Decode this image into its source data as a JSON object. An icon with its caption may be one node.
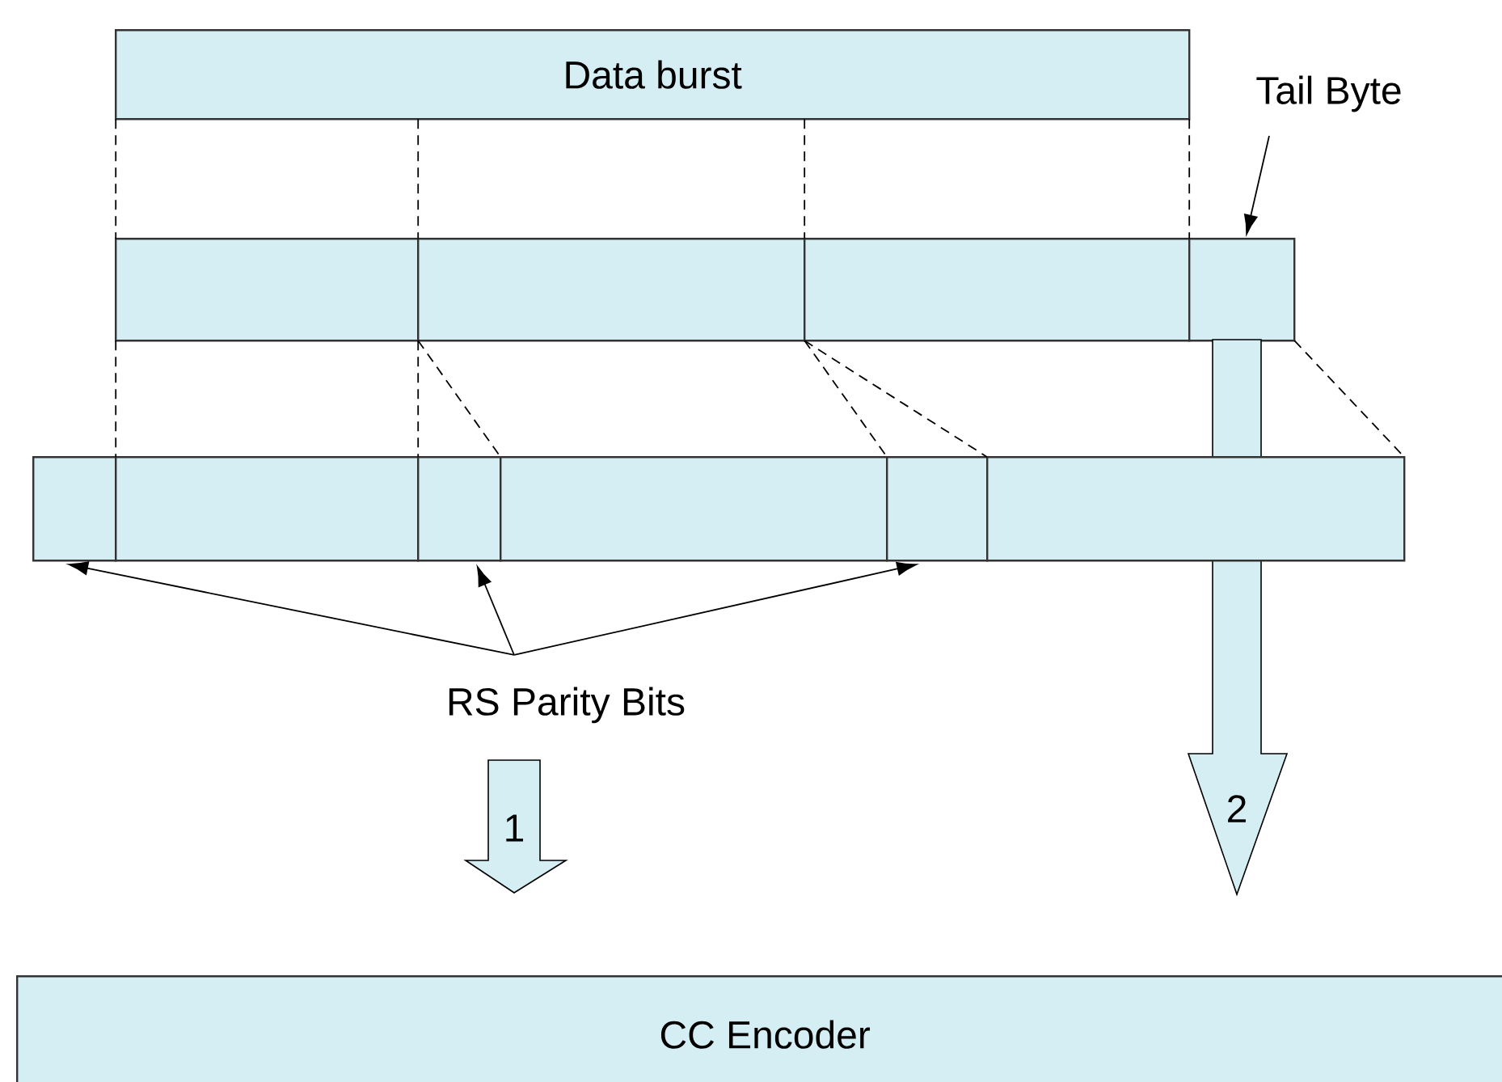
{
  "diagram": {
    "nodes": [
      {
        "text": [
          "Data burst"
        ]
      },
      {
        "text": [],
        "shape": "box"
      },
      {
        "text": [],
        "shape": "box"
      },
      {
        "text": [],
        "shape": "box"
      },
      {
        "text": [],
        "shape": "box"
      },
      {
        "text": [
          "Tail Byte"
        ]
      },
      {
        "text": [],
        "shape": "box"
      },
      {
        "text": [],
        "shape": "box"
      },
      {
        "text": [],
        "shape": "box"
      },
      {
        "text": [],
        "shape": "box"
      },
      {
        "text": [],
        "shape": "box"
      },
      {
        "text": [],
        "shape": "box"
      },
      {
        "text": [
          "RS Parity Bits"
        ]
      },
      {
        "text": [
          "CC Encoder"
        ]
      },
      {
        "text": [
          "1"
        ]
      },
      {
        "text": [
          "2"
        ]
      }
    ],
    "edges": [
      {
        "from": 0,
        "to": 1,
        "arrow": "none",
        "style": "dashed"
      },
      {
        "from": 0,
        "to": 2,
        "arrow": "none",
        "style": "dashed"
      },
      {
        "from": 0,
        "to": 3,
        "arrow": "none",
        "style": "dashed"
      },
      {
        "from": 0,
        "to": 4,
        "arrow": "none",
        "style": "dashed"
      },
      {
        "from": 1,
        "to": 7,
        "arrow": "none",
        "style": "dashed"
      },
      {
        "from": 2,
        "to": 8,
        "arrow": "none",
        "style": "dashed"
      },
      {
        "from": 2,
        "to": 9,
        "arrow": "none",
        "style": "dashed"
      },
      {
        "from": 3,
        "to": 10,
        "arrow": "none",
        "style": "dashed"
      },
      {
        "from": 3,
        "to": 11,
        "arrow": "none",
        "style": "dashed"
      },
      {
        "from": 4,
        "to": 11,
        "arrow": "none",
        "style": "dashed"
      },
      {
        "from": 5,
        "to": 4,
        "arrow": "to"
      },
      {
        "from": 12,
        "to": 6,
        "arrow": "to"
      },
      {
        "from": 12,
        "to": 8,
        "arrow": "to"
      },
      {
        "from": 12,
        "to": 10,
        "arrow": "to"
      }
    ]
  }
}
